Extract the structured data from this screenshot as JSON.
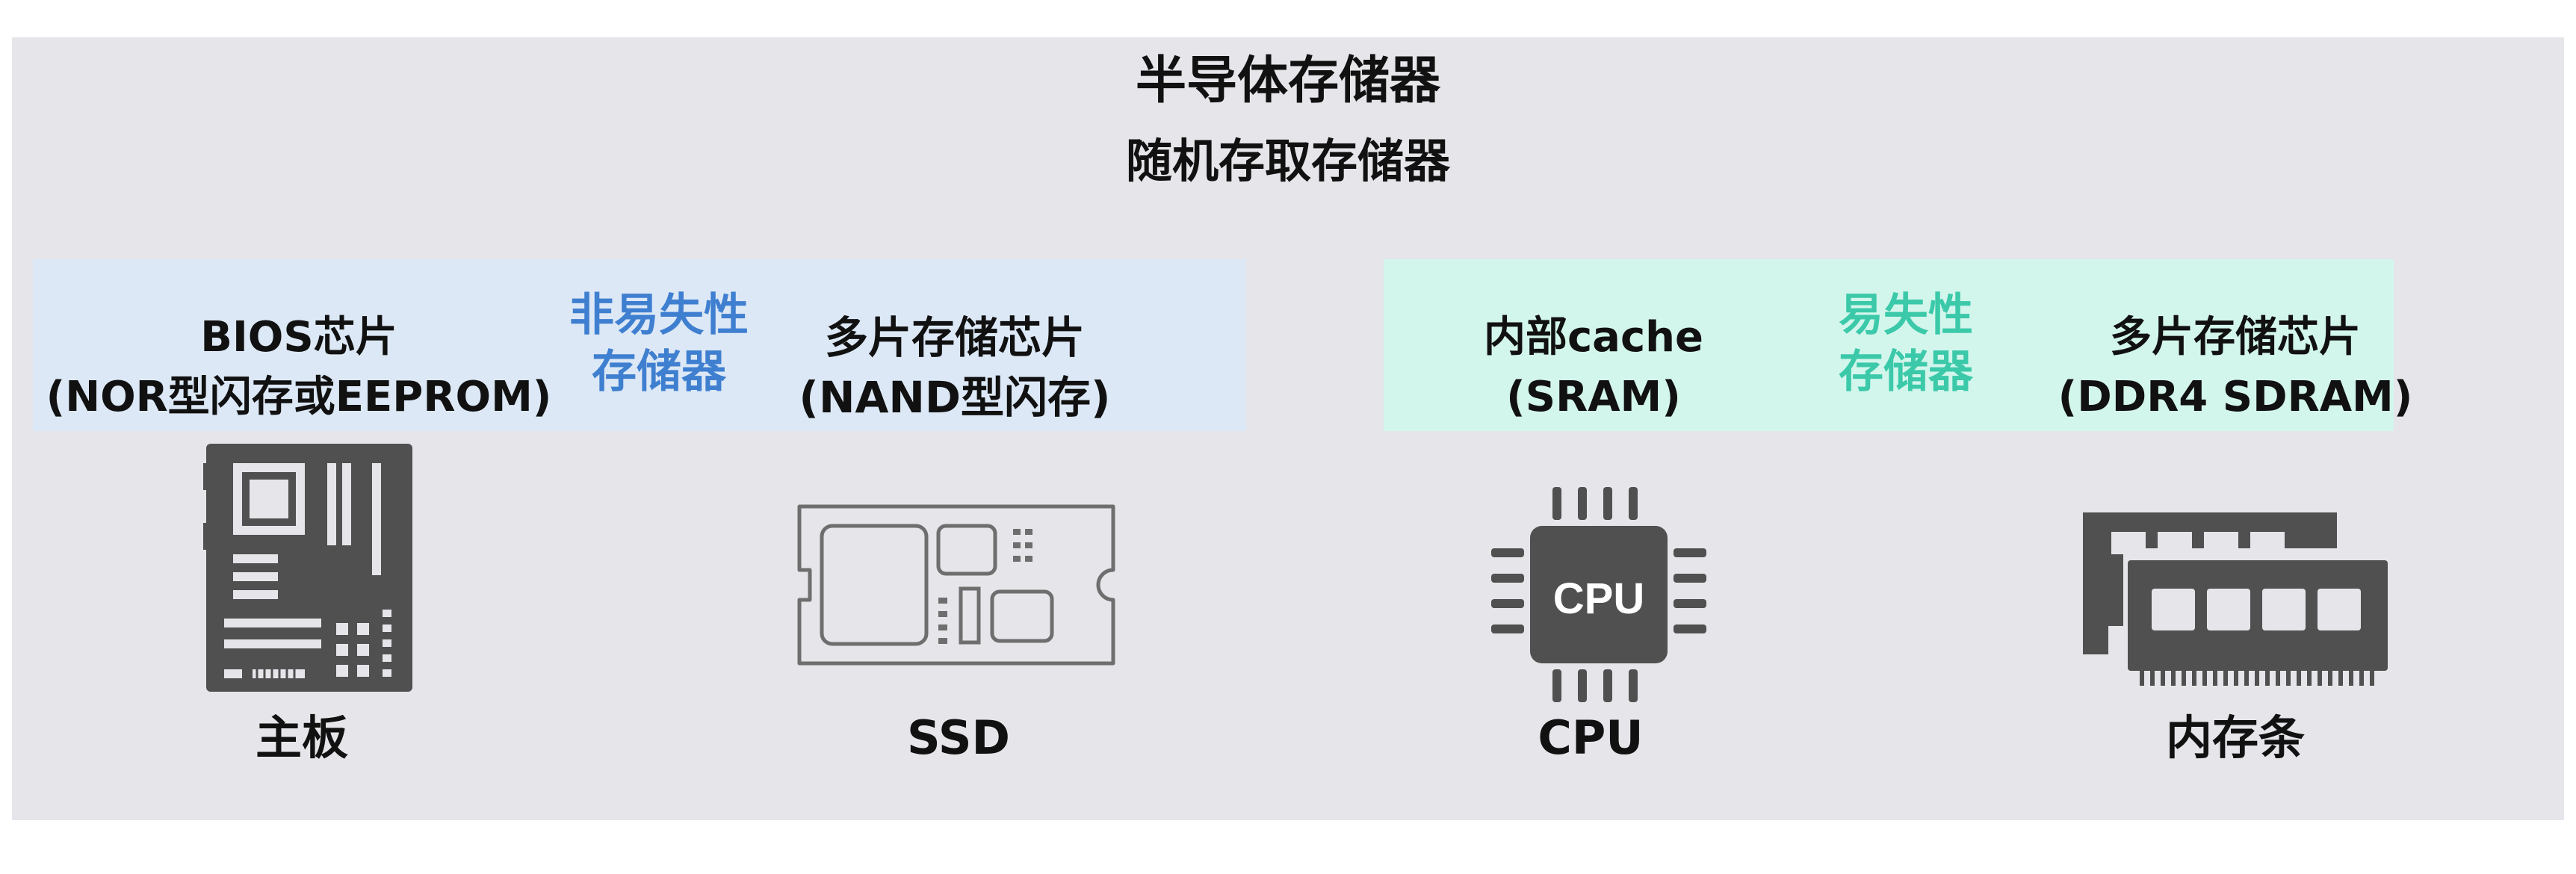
{
  "diagram": {
    "title": "半导体存储器",
    "subtitle": "随机存取存储器",
    "categories": {
      "non_volatile": {
        "line1": "非易失性",
        "line2": "存储器",
        "color": "#3f7fd0",
        "band_color": "#dce8f6"
      },
      "volatile": {
        "line1": "易失性",
        "line2": "存储器",
        "color": "#3bc9a9",
        "band_color": "#d3f6ec"
      }
    },
    "items": [
      {
        "label_line1": "BIOS芯片",
        "label_line2": "(NOR型闪存或EEPROM)",
        "icon": "motherboard-icon",
        "name": "主板"
      },
      {
        "label_line1": "多片存储芯片",
        "label_line2": "(NAND型闪存)",
        "icon": "ssd-icon",
        "name": "SSD"
      },
      {
        "label_line1": "内部cache",
        "label_line2": "(SRAM)",
        "icon": "cpu-icon",
        "icon_text": "CPU",
        "name": "CPU"
      },
      {
        "label_line1": "多片存储芯片",
        "label_line2": "(DDR4 SDRAM)",
        "icon": "ram-icon",
        "name": "内存条"
      }
    ],
    "colors": {
      "background": "#e5e5ea",
      "icon_dark": "#505050",
      "icon_outline": "#6e6e6e"
    }
  }
}
